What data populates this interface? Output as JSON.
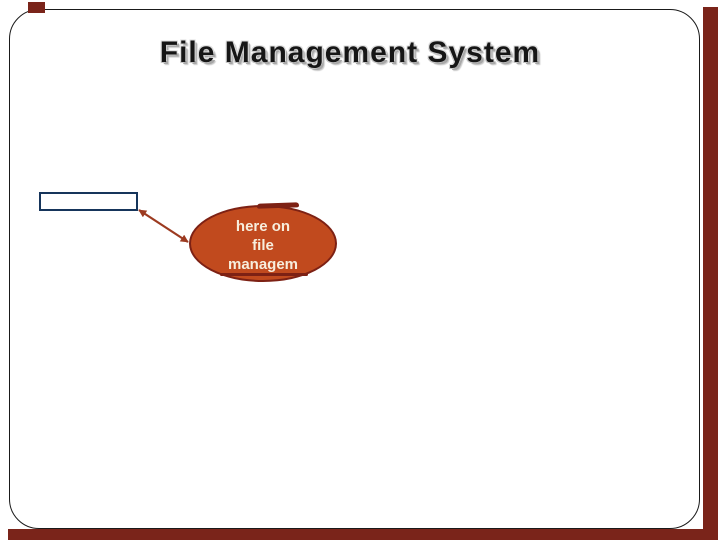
{
  "slide": {
    "title": "File Management System"
  },
  "callout": {
    "lines": [
      "here on",
      "file",
      "managem"
    ]
  },
  "colors": {
    "ellipse_fill": "#c14a1e",
    "ellipse_border": "#7d2114",
    "ellipse_text": "#f7eedd",
    "connector": "#9c3a20",
    "rectangle_border": "#16355b",
    "slide_border": "#1a1a1a",
    "edge_accent": "#7a241a",
    "title_color": "#161616"
  }
}
